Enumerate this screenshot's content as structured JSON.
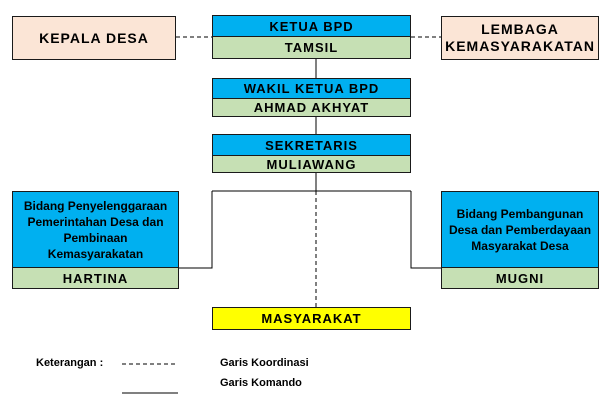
{
  "diagram": {
    "ketua": {
      "title": "KETUA BPD",
      "name": "TAMSIL"
    },
    "wakil": {
      "title": "WAKIL KETUA BPD",
      "name": "AHMAD AKHYAT"
    },
    "sekretaris": {
      "title": "SEKRETARIS",
      "name": "MULIAWANG"
    },
    "kepala_desa": "KEPALA DESA",
    "lembaga": "LEMBAGA KEMASYARAKATAN",
    "bidang_pemerintahan": {
      "title": "Bidang Penyelenggaraan Pemerintahan Desa dan Pembinaan Kemasyarakatan",
      "name": "HARTINA"
    },
    "bidang_pembangunan": {
      "title": "Bidang Pembangunan Desa dan Pemberdayaan Masyarakat Desa",
      "name": "MUGNI"
    },
    "masyarakat": "MASYARAKAT"
  },
  "legend": {
    "label": "Keterangan :",
    "dashed": "Garis Koordinasi",
    "solid": "Garis Komando"
  },
  "colors": {
    "title_box": "#00b0f0",
    "name_box": "#c6e0b4",
    "external_box": "#fbe5d6",
    "masyarakat_box": "#ffff00"
  }
}
